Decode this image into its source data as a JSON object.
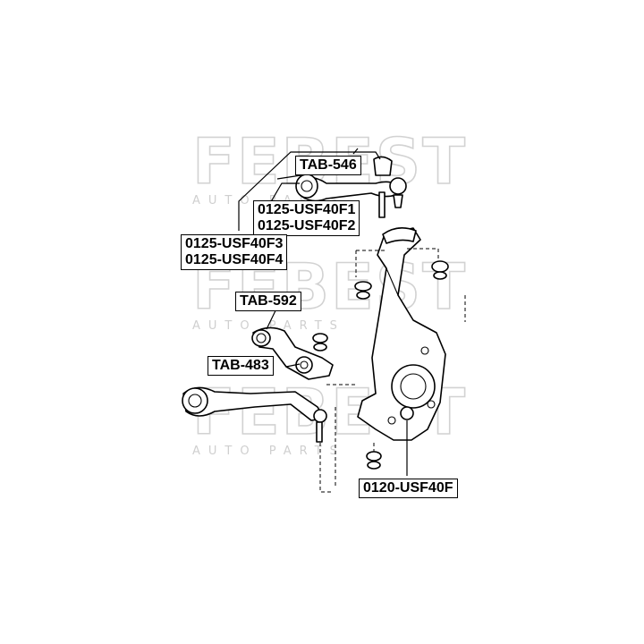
{
  "watermark": {
    "brand": "FEBEST",
    "tagline": "AUTO PARTS"
  },
  "callouts": {
    "tab546": [
      "TAB-546"
    ],
    "upper_arm_f12": [
      "0125-USF40F1",
      "0125-USF40F2"
    ],
    "upper_arm_f34": [
      "0125-USF40F3",
      "0125-USF40F4"
    ],
    "tab592": [
      "TAB-592"
    ],
    "tab483": [
      "TAB-483"
    ],
    "knuckle": [
      "0120-USF40F"
    ]
  }
}
